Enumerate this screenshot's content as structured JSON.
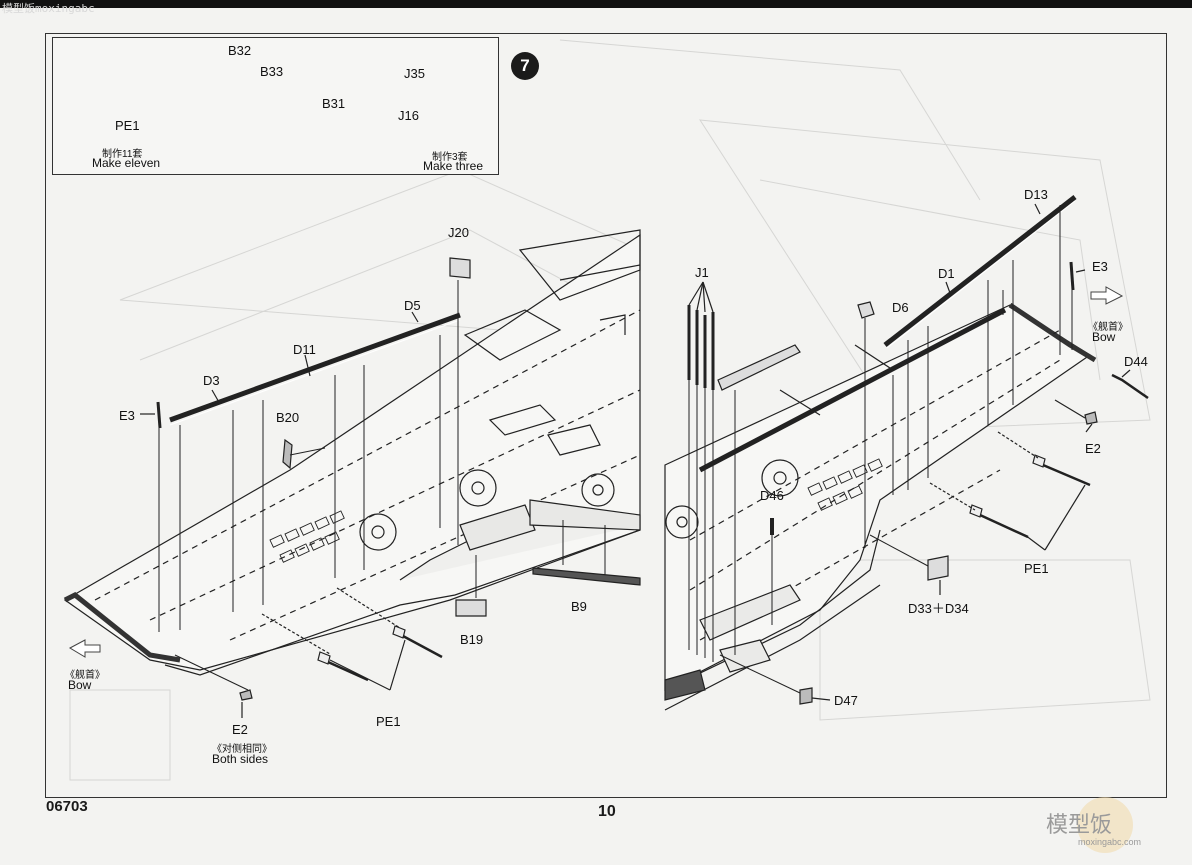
{
  "header": {
    "watermark_text": "模型饭moxingabc"
  },
  "step": {
    "number": "7"
  },
  "inset": {
    "pe1_label": "PE1",
    "make_eleven_cn": "制作11套",
    "make_eleven_en": "Make eleven",
    "b32": "B32",
    "b33": "B33",
    "b31": "B31",
    "j35": "J35",
    "j16": "J16",
    "make_three_cn": "制作3套",
    "make_three_en": "Make three"
  },
  "left_panel": {
    "j20": "J20",
    "d5": "D5",
    "d11": "D11",
    "d3": "D3",
    "e3": "E3",
    "b20": "B20",
    "b9": "B9",
    "b19": "B19",
    "bow_cn": "《舰首》",
    "bow_en": "Bow",
    "e2": "E2",
    "both_sides_cn": "《对侧相同》",
    "both_sides_en": "Both sides",
    "pe1": "PE1"
  },
  "right_panel": {
    "j1": "J1",
    "d13": "D13",
    "d1": "D1",
    "d6": "D6",
    "e3": "E3",
    "bow_cn": "《舰首》",
    "bow_en": "Bow",
    "d44": "D44",
    "e2": "E2",
    "d46": "D46",
    "pe1": "PE1",
    "d33_d34": "D33＋D34",
    "d47": "D47"
  },
  "footer": {
    "kit_number": "06703",
    "page_number": "10",
    "logo_text": "模型饭",
    "logo_url": "moxingabc.com"
  }
}
